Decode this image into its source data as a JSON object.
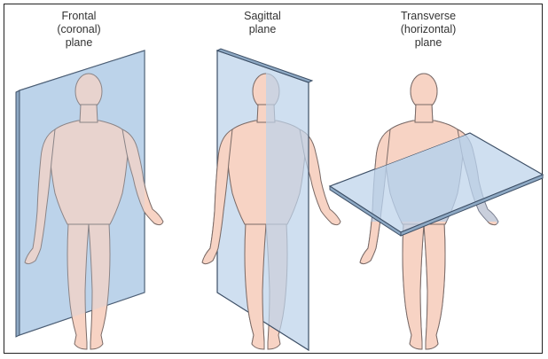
{
  "panels": [
    {
      "id": "frontal",
      "label_lines": [
        "Frontal",
        "(coronal)",
        "plane"
      ]
    },
    {
      "id": "sagittal",
      "label_lines": [
        "Sagittal",
        "plane"
      ]
    },
    {
      "id": "transverse",
      "label_lines": [
        "Transverse",
        "(horizontal)",
        "plane"
      ]
    }
  ],
  "colors": {
    "skin": "#f7d3c4",
    "skin_shadow": "#e8b3a0",
    "outline": "#7a6a66",
    "plane_fill": "#bcd3ea",
    "plane_edge": "#3d4f66",
    "plane_back_tint": "#c9d6e4"
  }
}
